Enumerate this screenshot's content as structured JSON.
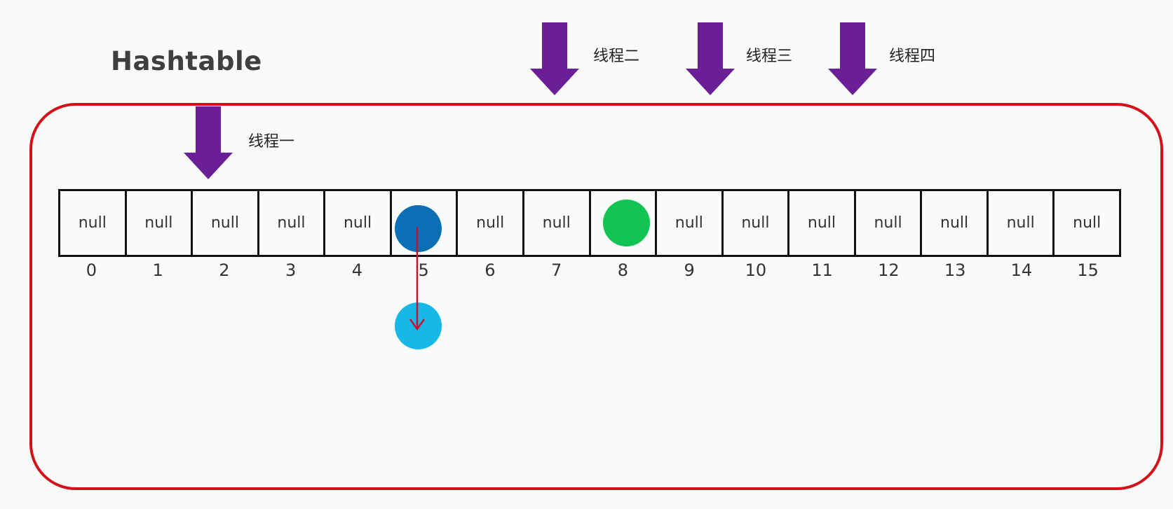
{
  "title": "Hashtable",
  "threads": [
    {
      "label": "线程一",
      "target_index": 2
    },
    {
      "label": "线程二",
      "target_index": 7
    },
    {
      "label": "线程三",
      "target_index": 9
    },
    {
      "label": "线程四",
      "target_index": 11
    }
  ],
  "cells": [
    {
      "index": "0",
      "text": "null"
    },
    {
      "index": "1",
      "text": "null"
    },
    {
      "index": "2",
      "text": "null"
    },
    {
      "index": "3",
      "text": "null"
    },
    {
      "index": "4",
      "text": "null"
    },
    {
      "index": "5",
      "text": ""
    },
    {
      "index": "6",
      "text": "null"
    },
    {
      "index": "7",
      "text": "null"
    },
    {
      "index": "8",
      "text": ""
    },
    {
      "index": "9",
      "text": "null"
    },
    {
      "index": "10",
      "text": "null"
    },
    {
      "index": "11",
      "text": "null"
    },
    {
      "index": "12",
      "text": "null"
    },
    {
      "index": "13",
      "text": "null"
    },
    {
      "index": "14",
      "text": "null"
    },
    {
      "index": "15",
      "text": "null"
    }
  ],
  "nodes": [
    {
      "name": "node-index-5",
      "color": "#0a6fb4"
    },
    {
      "name": "node-index-8",
      "color": "#12c451"
    },
    {
      "name": "chained-node-index-5",
      "color": "#15b8e6"
    }
  ],
  "colors": {
    "thread_arrow": "#6a1f96",
    "container_border": "#d3111b",
    "chain_arrow": "#c8102e"
  }
}
